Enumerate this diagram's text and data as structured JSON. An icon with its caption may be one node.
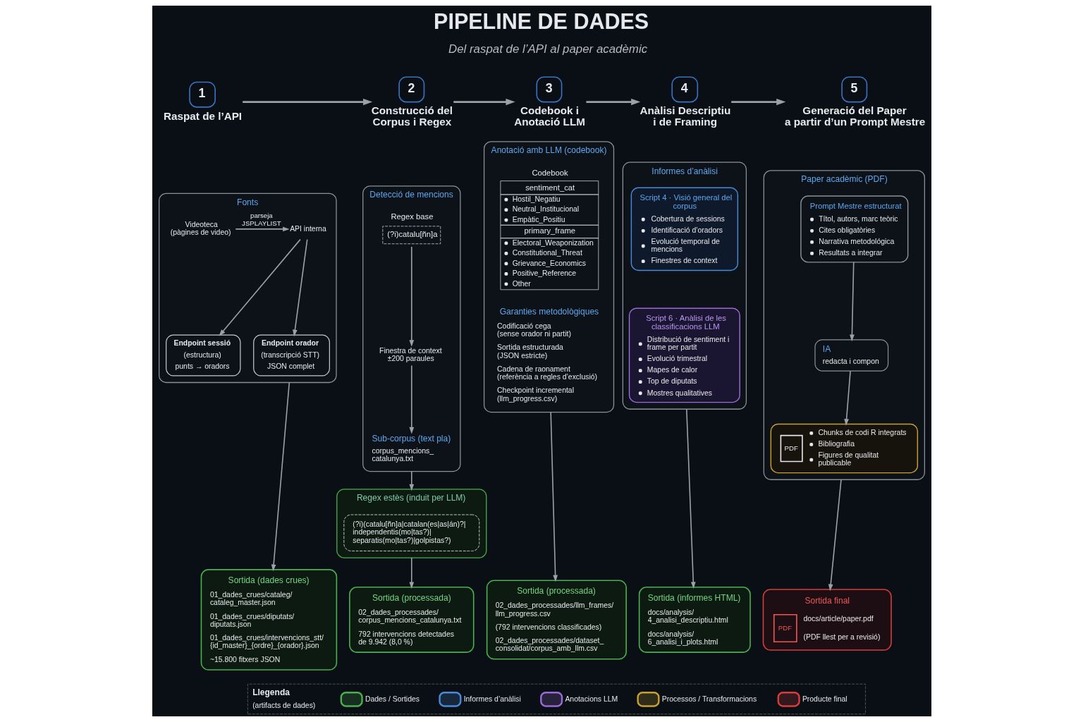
{
  "diagram": {
    "title": "PIPELINE DE DADES",
    "nodes": [
      {
        "text": [
          "1",
          "Raspat de l’API"
        ]
      },
      {
        "text": [
          "2",
          "Construcció del Corpus i Regex"
        ]
      },
      {
        "text": [
          "3",
          "Codebook i Anotació LLM"
        ]
      },
      {
        "text": [
          "4",
          "Anàlisi Descriptiu i de Framing"
        ]
      },
      {
        "text": [
          "5",
          "Generació del Paper a partir d’un Prompt Mestre"
        ]
      },
      {
        "text": [
          "Fonts"
        ]
      },
      {
        "text": [
          "Videoteca (pàgines de video)"
        ],
        "in": 5
      },
      {
        "text": [
          "API interna"
        ],
        "in": 5
      },
      {
        "text": [
          "Endpoint sessió",
          "(estructura)",
          "punts → oradors"
        ],
        "in": 5
      },
      {
        "text": [
          "Endpoint orador",
          "(transcripció STT)",
          "JSON complet"
        ],
        "in": 5
      },
      {
        "text": [
          "Sortida (dades crues)",
          "01_dades_crues/cataleg/ cataleg_master.json",
          "01_dades_crues/diputats/ diputats.json",
          "01_dades_crues/intervencions_stt/ {id_master}_{ordre}_{orador}.json",
          "~15.800 fitxers JSON"
        ]
      },
      {
        "text": [
          "Detecció de mencions"
        ]
      },
      {
        "text": [
          "Regex base",
          "(?i)catalu[ñn]a"
        ],
        "in": 11
      },
      {
        "text": [
          "Finestra de context ±200 paraules"
        ],
        "in": 11
      },
      {
        "text": [
          "Sub-corpus (text pla)",
          "corpus_mencions_ catalunya.txt"
        ],
        "in": 11
      },
      {
        "text": [
          "Regex estès (induit per LLM)"
        ]
      },
      {
        "text": [
          "(?i)(catalu[ñn]a|catalan(es|as|án)?| independentis(mo|tas?)| separatis(mo|tas?)|golpistas?)"
        ],
        "in": 15
      },
      {
        "text": [
          "Sortida (processada)",
          "02_dades_processades/ corpus_mencions_catalunya.txt",
          "792 intervencions detectades de 9.942 (8,0 %)"
        ]
      },
      {
        "text": [
          "Anotació amb LLM (codebook)"
        ]
      },
      {
        "text": [
          "Codebook",
          "sentiment_cat",
          "Hostil_Negatiu",
          "Neutral_Institucional",
          "Empàtic_Positiu",
          "primary_frame",
          "Electoral_Weaponization",
          "Constitutional_Threat",
          "Grievance_Economics",
          "Positive_Reference",
          "Other"
        ],
        "in": 18
      },
      {
        "text": [
          "Sortida (processada)",
          "02_dades_processades/llm_frames/ llm_progress.csv",
          "(792 intervencions classificades)",
          "02_dades_processades/dataset_ consolidat/corpus_amb_llm.csv"
        ]
      },
      {
        "text": [
          "Informes d’anàlisi"
        ]
      },
      {
        "text": [
          "Script 4 · Visió general del corpus",
          "Cobertura de sessions",
          "Identificació d’oradors",
          "Evolució temporal de mencions",
          "Finestres de context"
        ],
        "in": 21
      },
      {
        "text": [
          "Script 6 · Anàlisi de les classificacions LLM",
          "Distribució de sentiment i frame per partit",
          "Evolució trimestral",
          "Mapes de calor",
          "Top de diputats",
          "Mostres qualitatives"
        ],
        "in": 21
      },
      {
        "text": [
          "Sortida (informes HTML)",
          "docs/analysis/ 4_analisi_descriptiu.html",
          "docs/analysis/ 6_analisi_i_plots.html"
        ]
      },
      {
        "text": [
          "Paper acadèmic (PDF)"
        ]
      },
      {
        "text": [
          "Prompt Mestre estructurat",
          "Títol, autors, marc teòric",
          "Cites obligatòries",
          "Narrativa metodológica",
          "Resultats a integrar"
        ],
        "in": 25
      },
      {
        "text": [
          "IA",
          "redacta i compon"
        ],
        "in": 25
      },
      {
        "text": [
          "PDF",
          "Chunks de codi R integrats",
          "Bibliografia",
          "Figures de qualitat publicable"
        ],
        "in": 25
      },
      {
        "text": [
          "Sortida final",
          "PDF",
          "docs/article/paper.pdf",
          "(PDF llest per a revisió)"
        ]
      }
    ],
    "edges": [
      {
        "from": 0,
        "to": 1,
        "arrow": "to"
      },
      {
        "from": 1,
        "to": 2,
        "arrow": "to"
      },
      {
        "from": 2,
        "to": 3,
        "arrow": "to"
      },
      {
        "from": 3,
        "to": 4,
        "arrow": "to"
      },
      {
        "from": 6,
        "to": 7,
        "arrow": "to",
        "label": "parseja JSPLAYLIST"
      },
      {
        "from": 7,
        "to": 8,
        "arrow": "to"
      },
      {
        "from": 7,
        "to": 9,
        "arrow": "to"
      },
      {
        "from": 5,
        "to": 10,
        "arrow": "to"
      },
      {
        "from": 12,
        "to": 13,
        "arrow": "to"
      },
      {
        "from": 13,
        "to": 14,
        "arrow": "to"
      },
      {
        "from": 11,
        "to": 15,
        "arrow": "to"
      },
      {
        "from": 15,
        "to": 17,
        "arrow": "to"
      },
      {
        "from": 18,
        "to": 20,
        "arrow": "to"
      },
      {
        "from": 21,
        "to": 24,
        "arrow": "to"
      },
      {
        "from": 26,
        "to": 27,
        "arrow": "to"
      },
      {
        "from": 27,
        "to": 28,
        "arrow": "to"
      },
      {
        "from": 25,
        "to": 29,
        "arrow": "to"
      }
    ],
    "labels": [
      "Del raspat de l’API al paper acadèmic",
      "Garanties metodològiques",
      "Codificació cega (sense orador ni partit)",
      "Sortida estructurada (JSON estricte)",
      "Cadena de raonament (referència a regles d’exclusió)",
      "Checkpoint incremental (llm_progress.csv)",
      "Llegenda",
      "(artifacts de dades)"
    ],
    "legend": [
      {
        "text": "Dades / Sortides",
        "color": "#4caf50"
      },
      {
        "text": "Informes d’anàlisi",
        "color": "#4a8ad8"
      },
      {
        "text": "Anotacions LLM",
        "color": "#9a6ad6"
      },
      {
        "text": "Processos / Transformacions",
        "color": "#c9a030"
      },
      {
        "text": "Producte final",
        "color": "#d93c3c"
      }
    ]
  }
}
